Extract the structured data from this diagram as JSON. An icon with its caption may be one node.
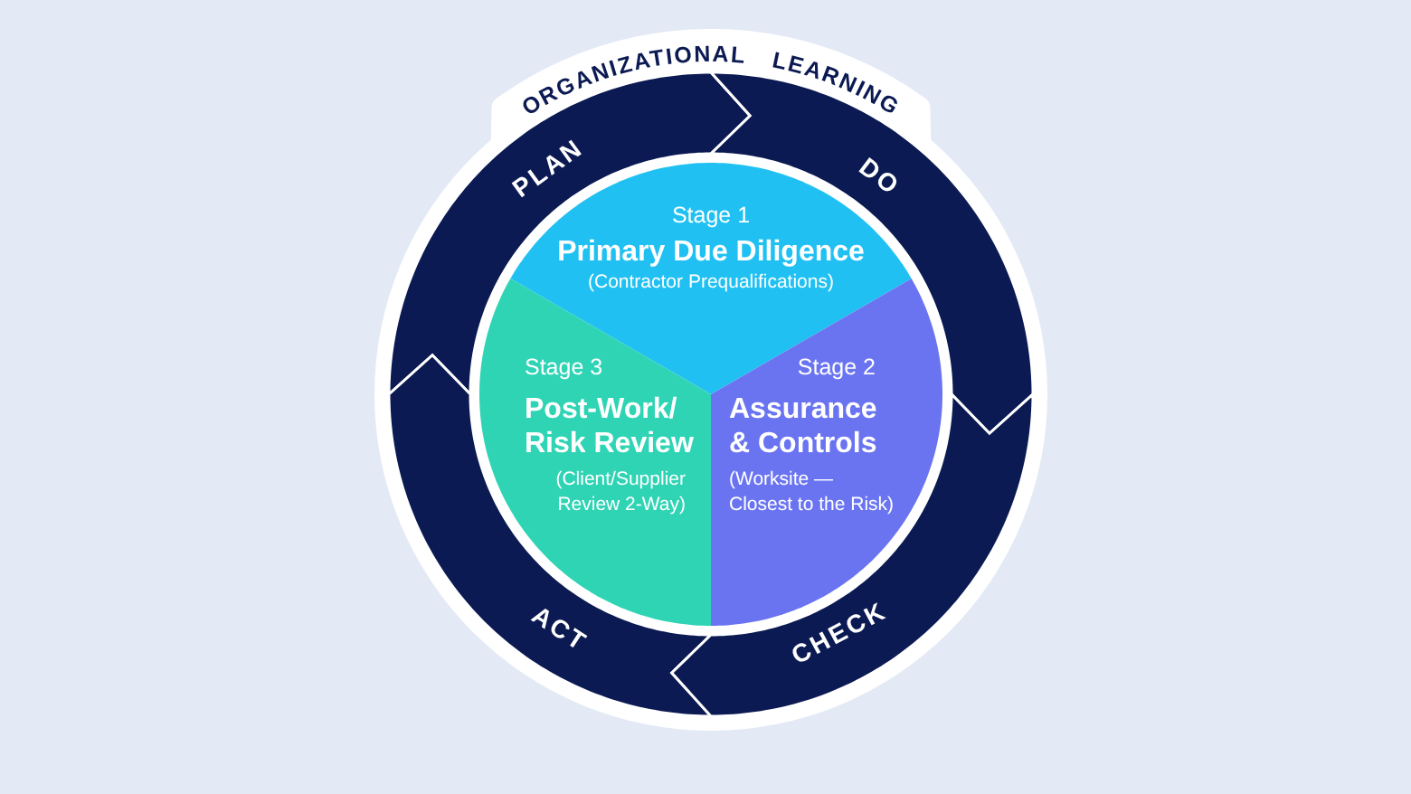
{
  "diagram": {
    "nodes": [
      {
        "text": [
          "PLAN"
        ]
      },
      {
        "text": [
          "DO"
        ]
      },
      {
        "text": [
          "Stage 1",
          "Primary Due Diligence",
          "(Contractor Prequalifications)"
        ]
      },
      {
        "text": [
          "Stage 3",
          "Post-Work/ Risk Review",
          "(Client/Supplier Review 2-Way)"
        ]
      },
      {
        "text": [
          "Stage 2",
          "Assurance & Controls",
          "(Worksite — Closest to the Risk)"
        ]
      },
      {
        "text": [
          "ACT"
        ]
      },
      {
        "text": [
          "CHECK"
        ]
      }
    ],
    "labels": [
      "ORGANIZATIONAL LEARNING"
    ]
  }
}
